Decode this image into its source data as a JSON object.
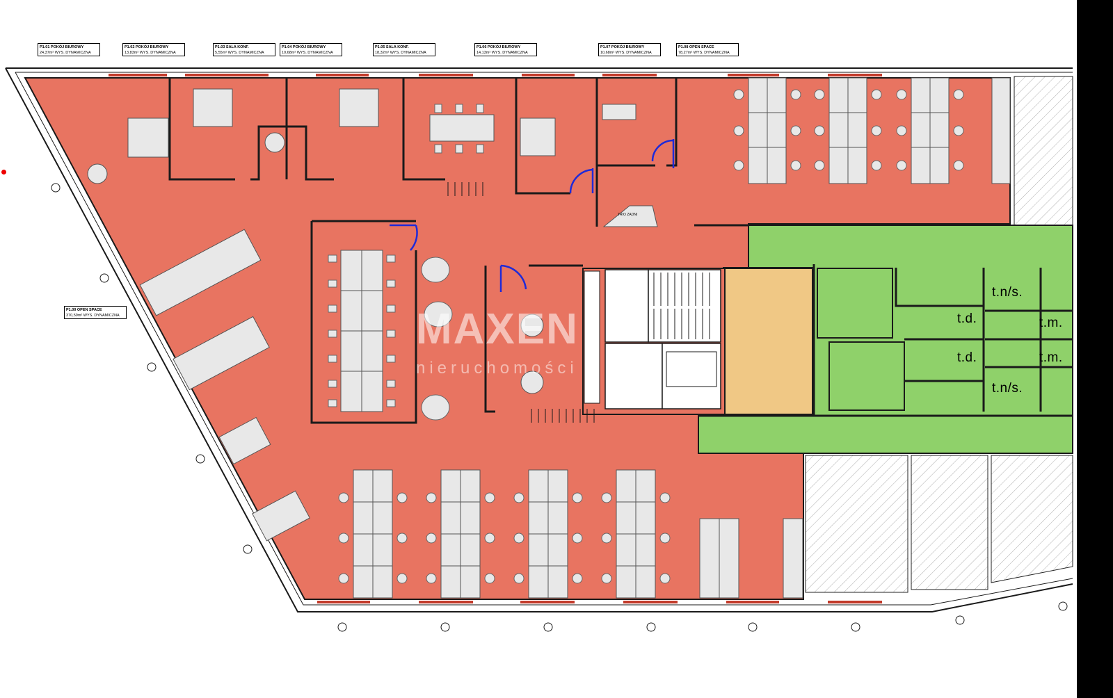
{
  "colors": {
    "office_area": "#e87461",
    "core_area": "#8fd16a",
    "lobby_area": "#f0c885",
    "wall": "#1a1a1a",
    "furniture": "#e8e8e8",
    "hatched": "#ffffff",
    "door_blue": "#1f2ad8",
    "marker": "#e00000"
  },
  "room_tags": [
    {
      "line1": "P1.01  POKÓJ BIUROWY",
      "line2": "24,37m²  WYS. DYNAMICZNA"
    },
    {
      "line1": "P1.02  POKÓJ BIUROWY",
      "line2": "13,83m²  WYS. DYNAMICZNA"
    },
    {
      "line1": "P1.03  SALA KONF.",
      "line2": "5,55m²  WYS. DYNAMICZNA"
    },
    {
      "line1": "P1.04  POKÓJ BIUROWY",
      "line2": "10,68m²  WYS. DYNAMICZNA"
    },
    {
      "line1": "P1.05  SALA KONF.",
      "line2": "18,32m²  WYS. DYNAMICZNA"
    },
    {
      "line1": "P1.06  POKÓJ BIUROWY",
      "line2": "14,13m²  WYS. DYNAMICZNA"
    },
    {
      "line1": "P1.07  POKÓJ BIUROWY",
      "line2": "10,68m²  WYS. DYNAMICZNA"
    },
    {
      "line1": "P1.08  OPEN SPACE",
      "line2": "78,27m²  WYS. DYNAMICZNA"
    },
    {
      "line1": "P1.09  OPEN SPACE",
      "line2": "370,59m²  WYS. DYNAMICZNA"
    }
  ],
  "toilet_labels": [
    "t.n/s.",
    "t.d.",
    "t.m.",
    "t.d.",
    "t.m.",
    "t.n/s."
  ],
  "watermark": {
    "main": "MAXEN",
    "sub": "nieruchomości"
  },
  "small_label": "TRIO ZADNI"
}
